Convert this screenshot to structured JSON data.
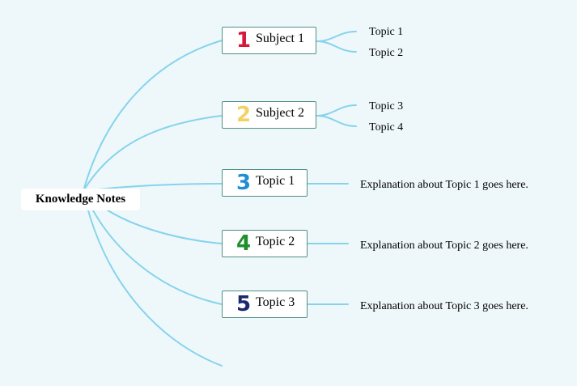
{
  "root": {
    "label": "Knowledge Notes"
  },
  "branches": [
    {
      "number": "1",
      "number_color": "#d8173a",
      "label": "Subject 1",
      "children": [
        "Topic 1",
        "Topic 2"
      ]
    },
    {
      "number": "2",
      "number_color": "#f3d163",
      "label": "Subject 2",
      "children": [
        "Topic 3",
        "Topic 4"
      ]
    },
    {
      "number": "3",
      "number_color": "#1f8fd4",
      "label": "Topic 1",
      "explanation": "Explanation about Topic 1 goes here."
    },
    {
      "number": "4",
      "number_color": "#1f8f2e",
      "label": "Topic 2",
      "explanation": "Explanation about Topic 2 goes here."
    },
    {
      "number": "5",
      "number_color": "#1b2770",
      "label": "Topic 3",
      "explanation": "Explanation about Topic 3 goes here."
    }
  ],
  "colors": {
    "background": "#eef8fa",
    "connector": "#86d3ec",
    "node_border": "#4f8f85"
  }
}
